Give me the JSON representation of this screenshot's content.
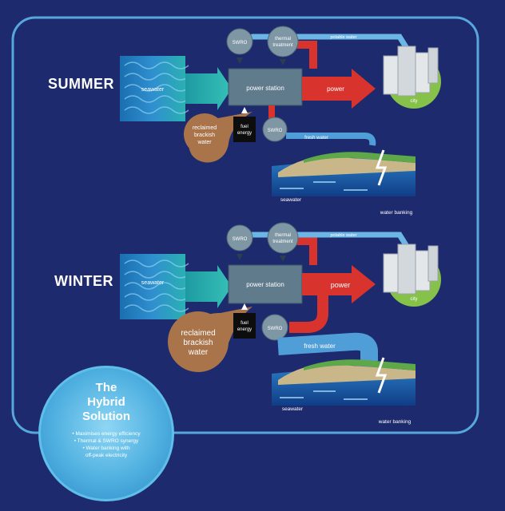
{
  "seasons": {
    "summer": {
      "label": "SUMMER",
      "seawater": "seawater",
      "power_station": "power station",
      "swro_top": "SWRO",
      "thermal": [
        "thermal",
        "treatment"
      ],
      "potable_water": "potable water",
      "power": "power",
      "city": "city",
      "reclaimed": [
        "reclaimed",
        "brackish",
        "water"
      ],
      "fuel": [
        "fuel",
        "energy"
      ],
      "swro_bottom": "SWRO",
      "fresh_water": "fresh water",
      "bank_seawater": "seawater",
      "water_banking": "water banking"
    },
    "winter": {
      "label": "WINTER",
      "seawater": "seawater",
      "power_station": "power station",
      "swro_top": "SWRO",
      "thermal": [
        "thermal",
        "treatment"
      ],
      "potable_water": "potable water",
      "power": "power",
      "city": "city",
      "reclaimed": [
        "reclaimed",
        "brackish",
        "water"
      ],
      "fuel": [
        "fuel",
        "energy"
      ],
      "swro_bottom": "SWRO",
      "fresh_water": "fresh water",
      "bank_seawater": "seawater",
      "water_banking": "water banking"
    }
  },
  "hybrid": {
    "title": [
      "The",
      "Hybrid",
      "Solution"
    ],
    "bullets": [
      "• Maximises energy efficiency",
      "• Thermal & SWRO synergy",
      "• Water banking with",
      "off-peak electricity"
    ]
  },
  "colors": {
    "background": "#1d2a6e",
    "power_red": "#d8332c",
    "water_blue": "#55a7dc",
    "reclaimed_brown": "#a9744a",
    "station_gray": "#607b8c",
    "city_green": "#86c24a"
  }
}
